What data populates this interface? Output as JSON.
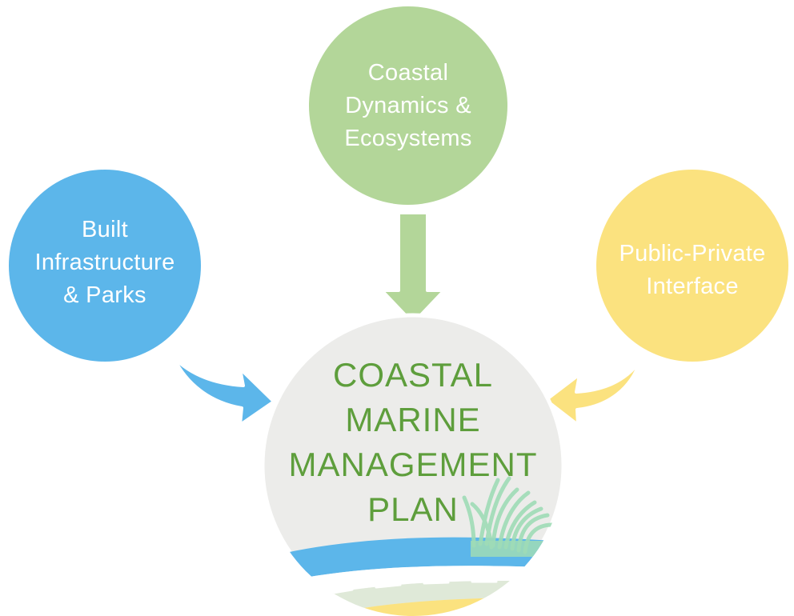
{
  "nodes": {
    "ecosystems": {
      "lines": [
        "Coastal",
        "Dynamics &",
        "Ecosystems"
      ],
      "color": "#b3d699"
    },
    "infrastructure": {
      "lines": [
        "Built",
        "Infrastructure",
        "& Parks"
      ],
      "color": "#5cb6ea"
    },
    "interface": {
      "lines": [
        "Public-Private",
        "Interface"
      ],
      "color": "#fbe27f"
    }
  },
  "center": {
    "lines": [
      "COASTAL",
      "MARINE",
      "MANAGEMENT",
      "PLAN"
    ],
    "background": "#ececea",
    "text_color": "#5e9e3c"
  },
  "illustration": {
    "water_color": "#5cb6ea",
    "beach_color": "#fbe27f",
    "grass_color": "#9fdcb6"
  }
}
